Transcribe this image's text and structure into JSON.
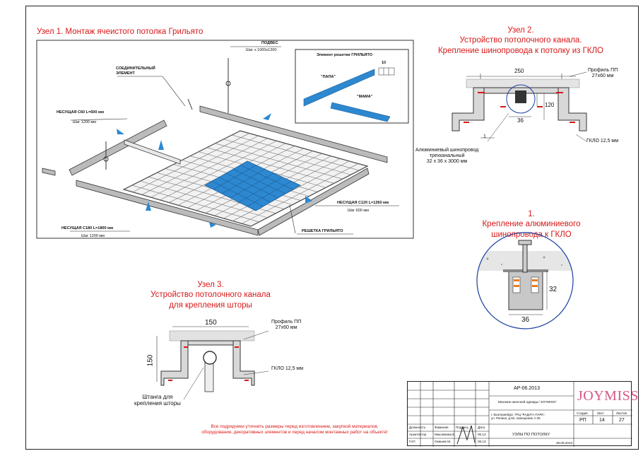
{
  "node1": {
    "title": "Узел 1. Монтаж ячеистого потолка Грильято",
    "podves": "ПОДВЕС",
    "podves_step": "Шаг ≤ 1000х1200",
    "connector": "СОЕДИНИТЕЛЬНЫЙ\nЭЛЕМЕНТ",
    "carrier_60": "НЕСУЩАЯ С60 L=600 мм",
    "step_1200a": "Шаг 1200 мм",
    "carrier_180": "НЕСУЩАЯ С180 L=1800 мм",
    "step_1200b": "Шаг 1200 мм",
    "carrier_120": "НЕСУЩАЯ С120 L=1260 мм",
    "step_600": "Шаг 600 мм",
    "grid": "РЕШЕТКА ГРИЛЬЯТО",
    "inset_title": "Элемент решетки ГРИЛЬЯТО",
    "papa": "\"ПАПА\"",
    "mama": "\"МАМА\"",
    "dim10": "10"
  },
  "node2": {
    "title_line1": "Узел 2.",
    "title_line2": "Устройство потолочного канала.",
    "title_line3": "Крепление шинопровода к потолку из ГКЛО",
    "dim_250": "250",
    "dim_36": "36",
    "dim_120": "120",
    "profile": "Профиль ПП\n27х60 мм",
    "gklo": "ГКЛО 12,5 мм",
    "marker_1": "1",
    "busbar": "Алюминиевый шинопровод\nтрехканальный\n32 х 36 х 3000 мм"
  },
  "detail1": {
    "title_line1": "1.",
    "title_line2": "Крепление алюминиевого",
    "title_line3": "шинопровода к ГКЛО",
    "dim_32": "32",
    "dim_36": "36"
  },
  "node3": {
    "title_line1": "Узел 3.",
    "title_line2": "Устройство потолочного канала",
    "title_line3": "для крепления шторы",
    "dim_150w": "150",
    "dim_150h": "150",
    "profile": "Профиль ПП\n27х60 мм",
    "gklo": "ГКЛО 12,5 мм",
    "rod": "Штанга для\nкрепления шторы"
  },
  "note": "Все подрядчики уточнять размеры перед изготовлением, закупкой материалов,\nоборудования, декоративных элементов и перед началом монтажных работ на объекте!",
  "titleblock": {
    "code": "АР-06.2013",
    "project": "Магазин женской одежды \"JOYMISS\"",
    "address": "г. Екатеринбург, ТРЦ \"РАДУГА ПАРК\",\nул. Репина, д.94, помещение А-25",
    "logo": "JOYMISS",
    "sheet_title": "УЗЛЫ ПО ПОТОЛКУ",
    "date": "28.06.2013",
    "stage_h": "Стадия",
    "sheet_h": "Лист",
    "sheets_h": "Листов",
    "stage": "РП",
    "sheet": "14",
    "sheets": "27",
    "role1": "Должность",
    "role2": "Архитектор",
    "role3": "ГАП",
    "name_h": "Фамилия",
    "name1": "Максимова Е.",
    "name2": "Окишев М.",
    "sign_h": "Подпись",
    "date_h": "Дата",
    "date1": "06.13",
    "date2": "06.13"
  }
}
